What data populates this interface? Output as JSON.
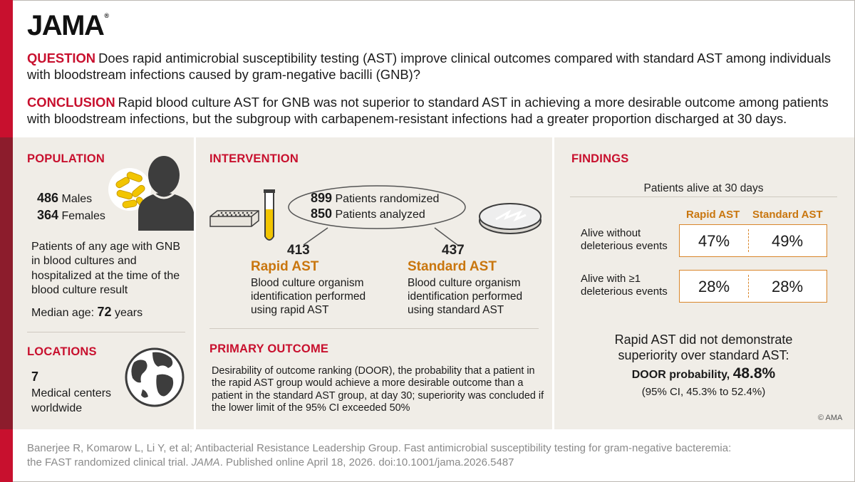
{
  "brand": {
    "logo": "JAMA",
    "reg_mark": "®"
  },
  "question": {
    "label": "QUESTION",
    "text": "Does rapid antimicrobial susceptibility testing (AST) improve clinical outcomes compared with standard AST among individuals with bloodstream infections caused by gram-negative bacilli (GNB)?"
  },
  "conclusion": {
    "label": "CONCLUSION",
    "text": "Rapid blood culture AST for GNB was not superior to standard AST in achieving a more desirable outcome among patients with bloodstream infections, but the subgroup with carbapenem-resistant infections had a greater proportion discharged at 30 days."
  },
  "population": {
    "title": "POPULATION",
    "males_count": "486",
    "males_label": "Males",
    "females_count": "364",
    "females_label": "Females",
    "description": "Patients of any age with GNB in blood cultures and hospitalized at the time of the blood culture result",
    "median_label": "Median age:",
    "median_value": "72",
    "median_unit": "years"
  },
  "locations": {
    "title": "LOCATIONS",
    "count": "7",
    "label": "Medical centers worldwide"
  },
  "intervention": {
    "title": "INTERVENTION",
    "randomized_count": "899",
    "randomized_label": "Patients randomized",
    "analyzed_count": "850",
    "analyzed_label": "Patients analyzed",
    "arms": [
      {
        "count": "413",
        "name": "Rapid AST",
        "desc": "Blood culture organism identification performed using rapid AST"
      },
      {
        "count": "437",
        "name": "Standard AST",
        "desc": "Blood culture organism identification performed using standard AST"
      }
    ]
  },
  "primary_outcome": {
    "title": "PRIMARY OUTCOME",
    "text": "Desirability of outcome ranking (DOOR), the probability that a patient in the rapid AST group would achieve a more desirable outcome than a patient in the standard AST group, at day 30; superiority was concluded if the lower limit of the 95% CI exceeded 50%"
  },
  "findings": {
    "title": "FINDINGS",
    "subtitle": "Patients alive at 30 days",
    "col_rapid": "Rapid AST",
    "col_standard": "Standard AST",
    "rows": [
      {
        "label": "Alive without deleterious events",
        "rapid": "47%",
        "standard": "49%"
      },
      {
        "label": "Alive with ≥1 deleterious events",
        "rapid": "28%",
        "standard": "28%"
      }
    ],
    "statement": "Rapid AST did not demonstrate superiority over standard AST:",
    "door_label": "DOOR probability,",
    "door_value": "48.8%",
    "ci": "(95% CI, 45.3% to 52.4%)"
  },
  "copyright": "© AMA",
  "citation": {
    "line1": "Banerjee R, Komarow L, Li Y, et al; Antibacterial Resistance Leadership Group. Fast antimicrobial susceptibility testing for gram-negative bacteremia:",
    "line2_pre": "the FAST randomized clinical trial.",
    "journal": "JAMA",
    "line2_post": ". Published online April 18, 2026. doi:10.1001/jama.2026.5487"
  },
  "colors": {
    "accent_red": "#c8102e",
    "accent_orange": "#c9760e",
    "panel_bg": "#f0ede7",
    "sidebar_dark": "#8c1c2c"
  },
  "icons": [
    "person-icon",
    "bacteria-icon",
    "globe-icon",
    "well-plate-icon",
    "test-tube-icon",
    "petri-dish-icon"
  ]
}
